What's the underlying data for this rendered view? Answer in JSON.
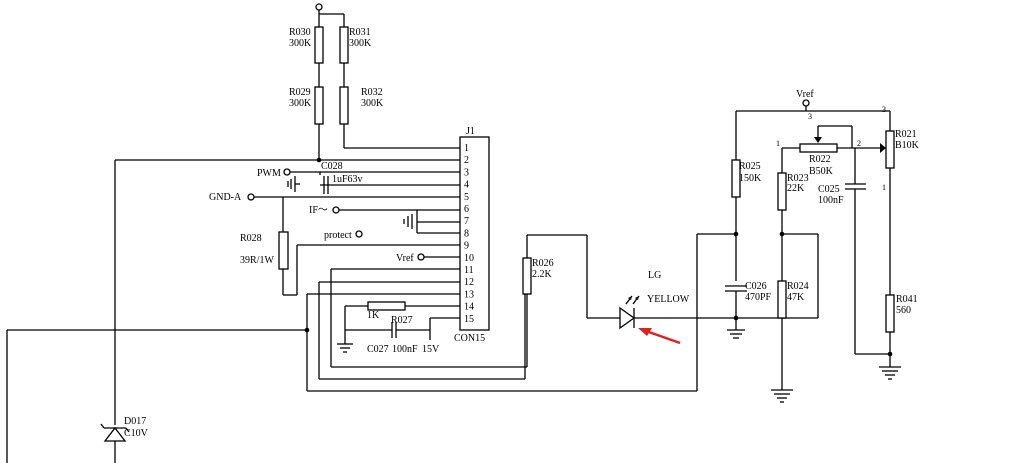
{
  "connector": {
    "ref": "J1",
    "part": "CON15",
    "pins": [
      "1",
      "2",
      "3",
      "4",
      "5",
      "6",
      "7",
      "8",
      "9",
      "10",
      "11",
      "12",
      "13",
      "14",
      "15"
    ]
  },
  "resistors": {
    "r030": {
      "ref": "R030",
      "value": "300K"
    },
    "r031": {
      "ref": "R031",
      "value": "300K"
    },
    "r029": {
      "ref": "R029",
      "value": "300K"
    },
    "r032": {
      "ref": "R032",
      "value": "300K"
    },
    "r028": {
      "ref": "R028",
      "value": "39R/1W"
    },
    "r026": {
      "ref": "R026",
      "value": "2.2K"
    },
    "r027": {
      "ref": "R027",
      "value": "1K"
    },
    "r025": {
      "ref": "R025",
      "value": "150K"
    },
    "r023": {
      "ref": "R023",
      "value": "22K"
    },
    "r024": {
      "ref": "R024",
      "value": "47K"
    },
    "r041": {
      "ref": "R041",
      "value": "560"
    }
  },
  "pots": {
    "r022": {
      "ref": "R022",
      "value": "B50K",
      "pin1": "1",
      "pin2": "2",
      "pin3": "3"
    },
    "r021": {
      "ref": "R021",
      "value": "B10K",
      "pin1": "1",
      "pin2": "2",
      "pin3": "3"
    }
  },
  "capacitors": {
    "c028": {
      "ref": "C028",
      "value": "1uF63v"
    },
    "c027": {
      "ref": "C027",
      "value": "100nF"
    },
    "c026": {
      "ref": "C026",
      "value": "470PF"
    },
    "c025": {
      "ref": "C025",
      "value": "100nF"
    }
  },
  "diode": {
    "ref": "D017",
    "value": "C10V"
  },
  "led": {
    "ref": "LG",
    "value": "YELLOW"
  },
  "nets": {
    "pwm": "PWM",
    "gnd_a": "GND-A",
    "if": "IF～",
    "protect": "protect",
    "vref_j": "Vref",
    "vref_top": "Vref",
    "v15": "15V"
  }
}
